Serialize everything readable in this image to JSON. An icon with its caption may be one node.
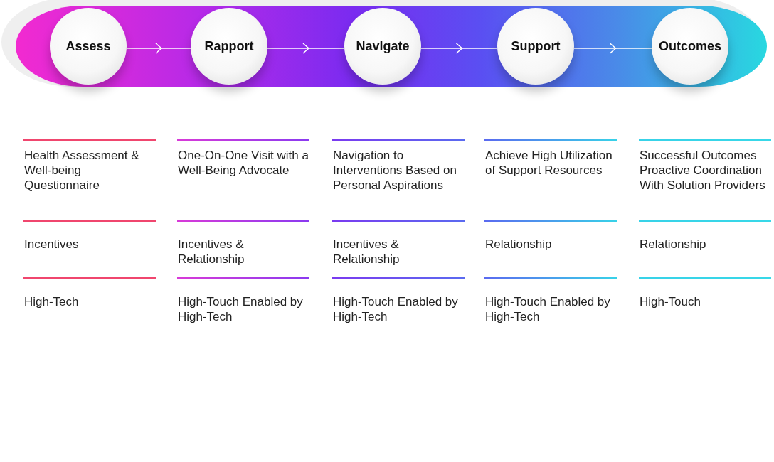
{
  "diagram": {
    "nodes": [
      {
        "text": [],
        "shape": "bar"
      },
      {
        "text": [
          "Assess"
        ],
        "in": 0
      },
      {
        "text": [
          "Rapport"
        ],
        "in": 0
      },
      {
        "text": [
          "Navigate"
        ],
        "in": 0
      },
      {
        "text": [
          "Support"
        ],
        "in": 0
      },
      {
        "text": [
          "Outcomes"
        ],
        "in": 0
      }
    ],
    "edges": [
      {
        "from": 1,
        "to": 2,
        "arrow": "to"
      },
      {
        "from": 2,
        "to": 3,
        "arrow": "to"
      },
      {
        "from": 3,
        "to": 4,
        "arrow": "to"
      },
      {
        "from": 4,
        "to": 5,
        "arrow": "to"
      }
    ],
    "labels": [
      "Health Assessment & Well-being Questionnaire",
      "One-On-One Visit with a Well-Being Advocate",
      "Navigation to Interventions Based on Personal Aspirations",
      "Achieve High Utilization of Support Resources",
      "Successful Outcomes Proactive Coordination With Solution Providers",
      "Incentives",
      "Incentives & Relationship",
      "Incentives & Relationship",
      "Relationship",
      "Relationship",
      "High-Tech",
      "High-Touch Enabled by High-Tech",
      "High-Touch Enabled by High-Tech",
      "High-Touch Enabled by High-Tech",
      "High-Touch"
    ]
  }
}
